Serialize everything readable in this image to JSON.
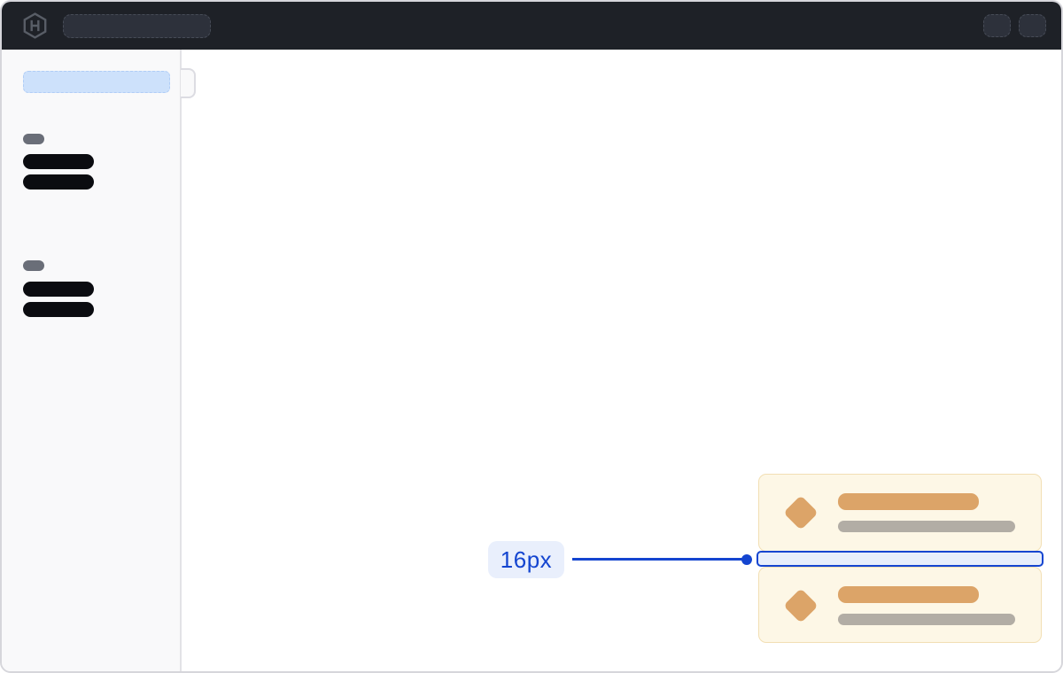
{
  "window": {
    "navbar": {
      "logo_icon": "hashicorp-hexagon-h-logo",
      "search_skeleton": "search-bar-placeholder",
      "action_skeletons": [
        "nav-action-placeholder-1",
        "nav-action-placeholder-2"
      ]
    },
    "sidebar": {
      "active_item_skeleton": "active-nav-item-placeholder",
      "collapse_handle": "sidebar-collapse-handle",
      "groups": [
        {
          "label_skeleton": "section-label-placeholder",
          "item_skeletons": [
            "nav-link-placeholder",
            "nav-link-placeholder"
          ]
        },
        {
          "label_skeleton": "section-label-placeholder",
          "item_skeletons": [
            "nav-link-placeholder",
            "nav-link-placeholder"
          ]
        }
      ]
    },
    "content": {
      "cards": [
        {
          "icon": "diamond",
          "title_skeleton": "card-title-placeholder",
          "subtitle_skeleton": "card-subtitle-placeholder"
        },
        {
          "icon": "diamond",
          "title_skeleton": "card-title-placeholder",
          "subtitle_skeleton": "card-subtitle-placeholder"
        }
      ],
      "spacing_annotation": {
        "label": "16px",
        "highlight": "gap-between-cards"
      }
    },
    "colors": {
      "accent_blue": "#1445d0",
      "annotation_pill_bg": "#e9effc",
      "gap_highlight_bg": "#e7eefb",
      "card_bg": "#fdf7e6",
      "card_border": "#f2dfb4",
      "card_accent_orange": "#dca468",
      "card_skeleton_gray": "#b2ada5",
      "navbar_bg": "#1e2127",
      "navbar_skeleton": "#2d313b",
      "sidebar_bg": "#f9f9fa",
      "sidebar_active_bg": "#cde1fb",
      "sidebar_skeleton_dark": "#0b0c10",
      "sidebar_skeleton_gray": "#6a6e78",
      "frame_border": "#d6d6db"
    }
  }
}
